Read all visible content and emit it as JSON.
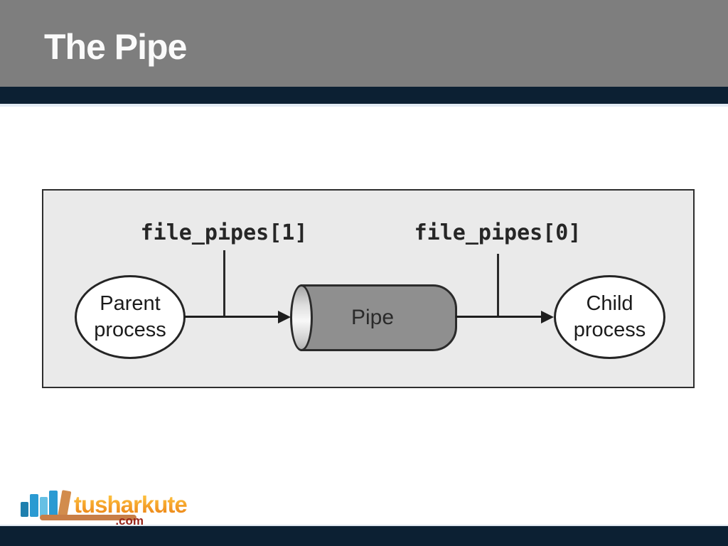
{
  "slide": {
    "title": "The Pipe"
  },
  "diagram": {
    "write_end_label": "file_pipes[1]",
    "read_end_label": "file_pipes[0]",
    "parent_node": {
      "line1": "Parent",
      "line2": "process"
    },
    "pipe_node": {
      "label": "Pipe"
    },
    "child_node": {
      "line1": "Child",
      "line2": "process"
    }
  },
  "branding": {
    "logo_text": "tusharkute",
    "logo_tld": ".com",
    "logo_icon": "books-bar-icon"
  },
  "colors": {
    "header_gray": "#7e7e7e",
    "accent_navy": "#0c2033",
    "diagram_background": "#eaeaea",
    "diagram_border": "#2e2e2e",
    "pipe_fill": "#8f8f8f",
    "ink": "#1e1e1e",
    "logo_blue": "#2a9ad2",
    "logo_light_blue": "#66c0e4",
    "logo_tan": "#c87e47",
    "logo_gold_top": "#fdbf3e",
    "logo_gold_bottom": "#ee8c1c",
    "logo_tld_red": "#99261b"
  }
}
